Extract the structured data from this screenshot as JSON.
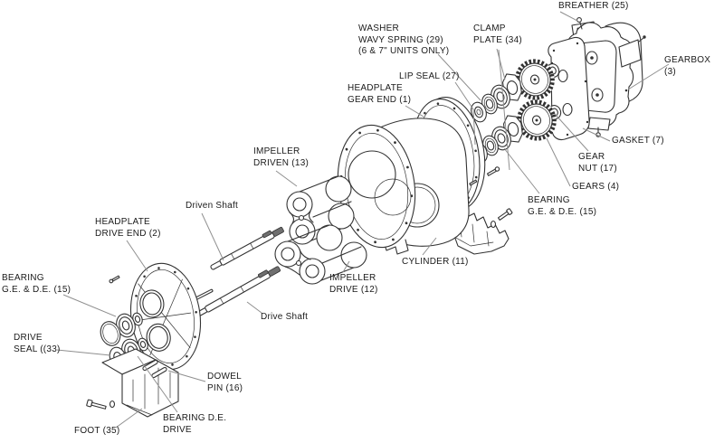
{
  "colors": {
    "background": "#ffffff",
    "line_ink": "#333333",
    "leader_line": "#8f8f8f",
    "text": "#1a1a1a",
    "dark_metal_fill": "#6f6f6f"
  },
  "diagram": {
    "type": "exploded-parts-diagram",
    "labels": {
      "breather": "BREATHER (25)",
      "washer": "WASHER\nWAVY SPRING (29)\n(6 & 7\" UNITS ONLY)",
      "clamp_plate": "CLAMP\nPLATE (34)",
      "gearbox": "GEARBOX (3)",
      "lip_seal": "LIP SEAL (27)",
      "headplate_gear_end": "HEADPLATE\nGEAR END (1)",
      "gasket": "GASKET (7)",
      "gear_nut": "GEAR\nNUT (17)",
      "gears": "GEARS (4)",
      "bearing_ge_de_right": "BEARING\nG.E. & D.E. (15)",
      "impeller_driven": "IMPELLER\nDRIVEN (13)",
      "driven_shaft": "Driven Shaft",
      "headplate_drive_end": "HEADPLATE\nDRIVE END (2)",
      "cylinder": "CYLINDER (11)",
      "impeller_drive": "IMPELLER\nDRIVE (12)",
      "drive_shaft": "Drive Shaft",
      "bearing_ge_de_left": "BEARING\nG.E. & D.E. (15)",
      "drive_seal": "DRIVE\nSEAL ((33)",
      "dowel_pin": "DOWEL\nPIN (16)",
      "foot": "FOOT (35)",
      "bearing_de_drive": "BEARING D.E.\nDRIVE"
    }
  }
}
